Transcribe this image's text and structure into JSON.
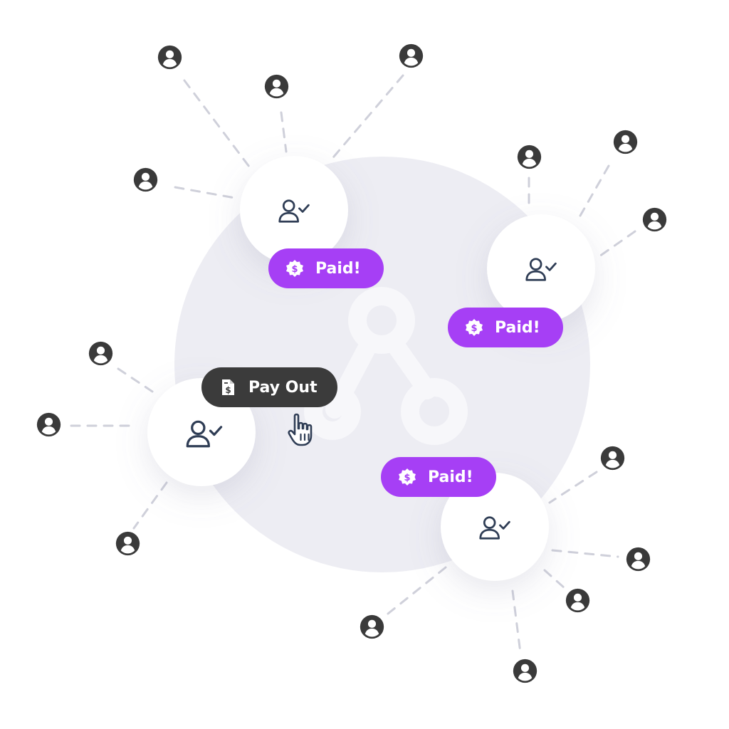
{
  "colors": {
    "accent": "#a63ff5",
    "dark_button": "#3b3b3b",
    "node_icon": "#2f3d55",
    "user_icon": "#3a3a3a",
    "dash": "#cfd0da",
    "backdrop": "#ededf3"
  },
  "badges": {
    "paid_1": "Paid!",
    "paid_2": "Paid!",
    "paid_3": "Paid!"
  },
  "payout_button": {
    "label": "Pay Out"
  },
  "icons": {
    "node": "user-check-icon",
    "leaf": "user-avatar-icon",
    "badge": "dollar-badge-icon",
    "payout": "invoice-dollar-icon",
    "cursor": "hand-pointer-icon",
    "watermark": "git-branch-icon"
  }
}
